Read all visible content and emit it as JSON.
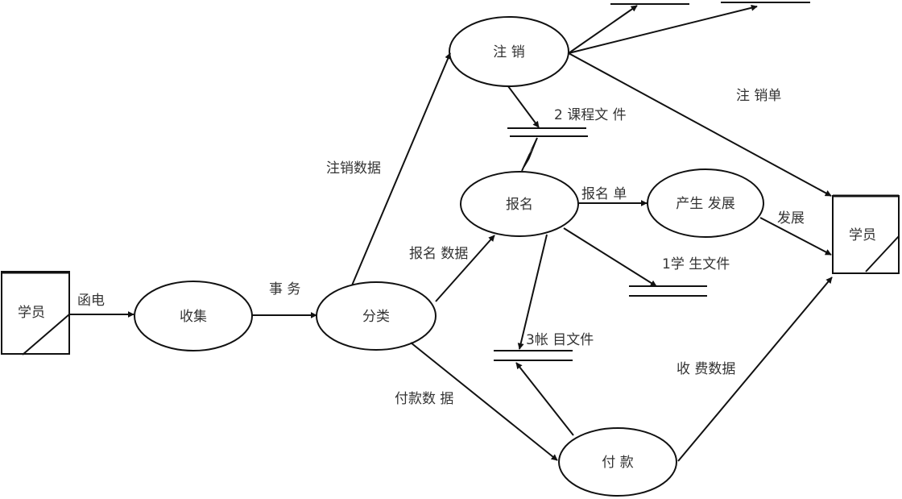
{
  "diagram": {
    "type": "data-flow-diagram",
    "externals": {
      "student_left": "学员",
      "student_right": "学员"
    },
    "processes": {
      "collect": "收集",
      "classify": "分类",
      "cancel": "注 销",
      "register": "报名",
      "produce_notice": "产生 发展",
      "payment": "付 款"
    },
    "stores": {
      "course_file": "2 课程文 件",
      "student_file": "1学 生文件",
      "account_file": "3帐 目文件"
    },
    "flows": {
      "letter": "函电",
      "transaction": "事 务",
      "cancel_data": "注销数据",
      "register_data": "报名 数据",
      "payment_data": "付款数 据",
      "register_form": "报名 单",
      "notice": "发展",
      "cancel_form": "注 销单",
      "fee_data": "收 费数据"
    }
  }
}
